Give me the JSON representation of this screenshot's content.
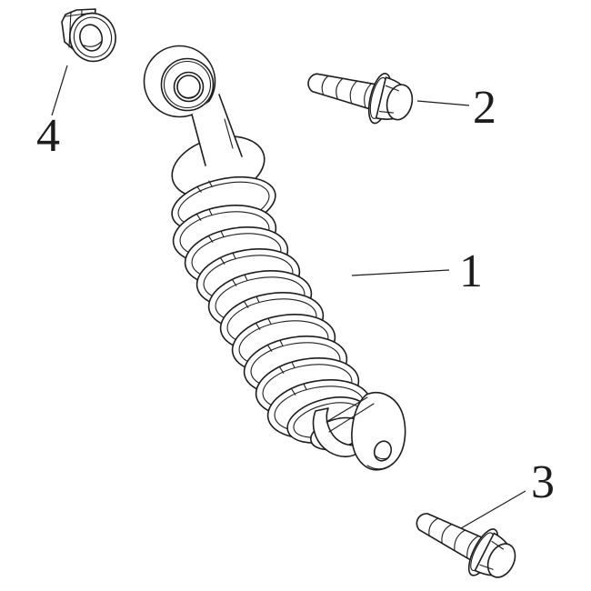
{
  "figure": {
    "kind": "exploded-parts-diagram",
    "subject_glyph": "rear-shock-absorber-with-fasteners",
    "background_color": "#ffffff",
    "line_color": "#1d1d1d"
  },
  "parts": [
    {
      "label": "1",
      "glyph": "shock-absorber-assembly"
    },
    {
      "label": "2",
      "glyph": "flange-bolt"
    },
    {
      "label": "3",
      "glyph": "flange-bolt"
    },
    {
      "label": "4",
      "glyph": "flange-nut"
    }
  ]
}
